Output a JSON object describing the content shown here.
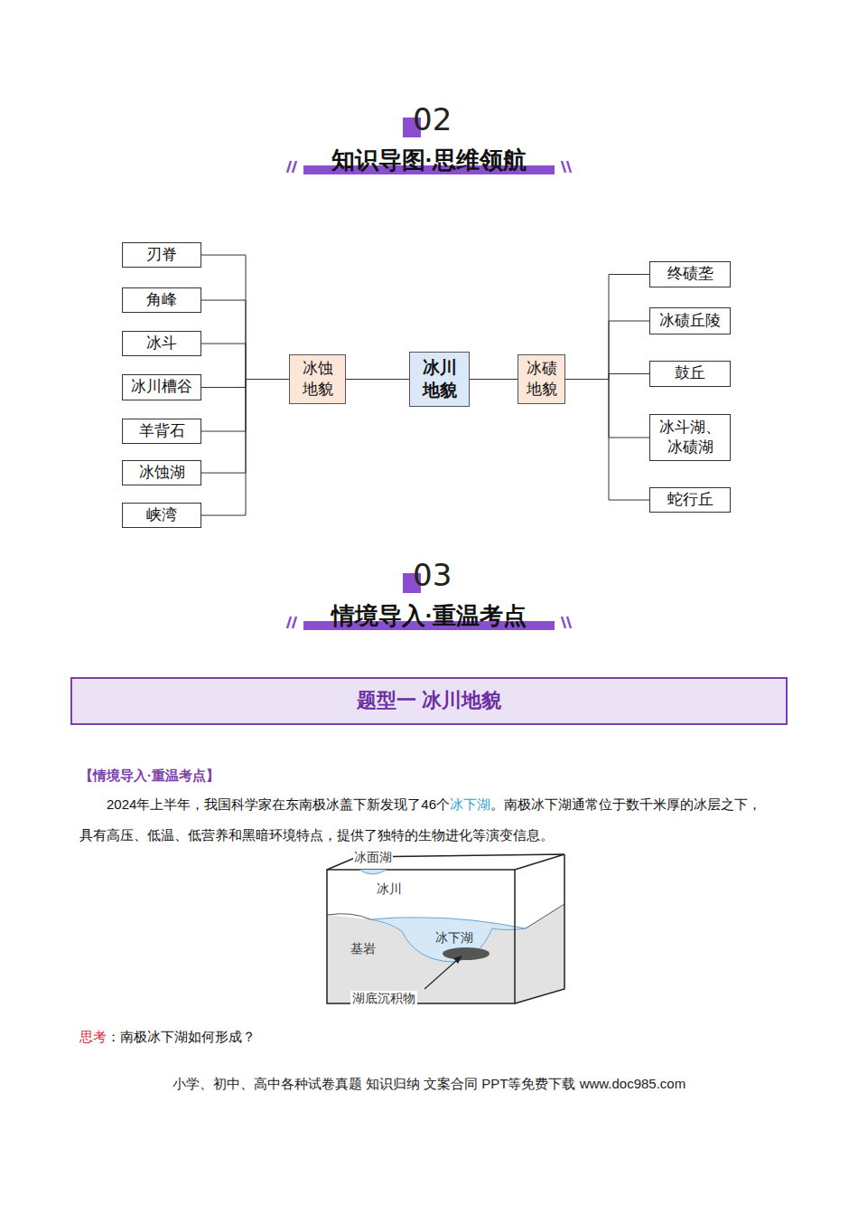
{
  "diagram": {
    "nodes": [
      {
        "text": [
          "刃脊"
        ]
      },
      {
        "text": [
          "角峰"
        ]
      },
      {
        "text": [
          "冰斗"
        ]
      },
      {
        "text": [
          "冰川槽谷"
        ]
      },
      {
        "text": [
          "羊背石"
        ]
      },
      {
        "text": [
          "冰蚀湖"
        ]
      },
      {
        "text": [
          "峡湾"
        ]
      },
      {
        "text": [
          "冰蚀 地貌"
        ]
      },
      {
        "text": [
          "冰川 地貌"
        ]
      },
      {
        "text": [
          "冰碛 地貌"
        ]
      },
      {
        "text": [
          "终碛垄"
        ]
      },
      {
        "text": [
          "冰碛丘陵"
        ]
      },
      {
        "text": [
          "鼓丘"
        ]
      },
      {
        "text": [
          "冰斗湖、 冰碛湖"
        ]
      },
      {
        "text": [
          "蛇行丘"
        ]
      },
      {
        "text": [
          "题型一  冰川地貌"
        ]
      }
    ],
    "edges": [
      {
        "from": 8,
        "to": 7,
        "arrow": "none"
      },
      {
        "from": 8,
        "to": 9,
        "arrow": "none"
      },
      {
        "from": 7,
        "to": 0,
        "arrow": "none"
      },
      {
        "from": 7,
        "to": 1,
        "arrow": "none"
      },
      {
        "from": 7,
        "to": 2,
        "arrow": "none"
      },
      {
        "from": 7,
        "to": 3,
        "arrow": "none"
      },
      {
        "from": 7,
        "to": 4,
        "arrow": "none"
      },
      {
        "from": 7,
        "to": 5,
        "arrow": "none"
      },
      {
        "from": 7,
        "to": 6,
        "arrow": "none"
      },
      {
        "from": 9,
        "to": 10,
        "arrow": "none"
      },
      {
        "from": 9,
        "to": 11,
        "arrow": "none"
      },
      {
        "from": 9,
        "to": 12,
        "arrow": "none"
      },
      {
        "from": 9,
        "to": 13,
        "arrow": "none"
      },
      {
        "from": 9,
        "to": 14,
        "arrow": "none"
      }
    ],
    "labels": [
      "02",
      "知识导图·思维领航",
      "03",
      "情境导入·重温考点",
      "【情境导入·重温考点】",
      "2024年上半年，我国科学家在东南极冰盖下新发现了46个",
      "冰下湖",
      "。南极冰下湖通常位于数千米厚的冰层之下，具有高压、低温、低营养和黑暗环境特点，提供了独特的生物进化等演变信息。",
      "冰面湖",
      "冰川",
      "冰下湖",
      "基岩",
      "湖底沉积物",
      "思考",
      "：南极冰下湖如何形成？",
      "小学、初中、高中各种试卷真题 知识归纳 文案合同 PPT等免费下载 www.doc985.com"
    ]
  }
}
